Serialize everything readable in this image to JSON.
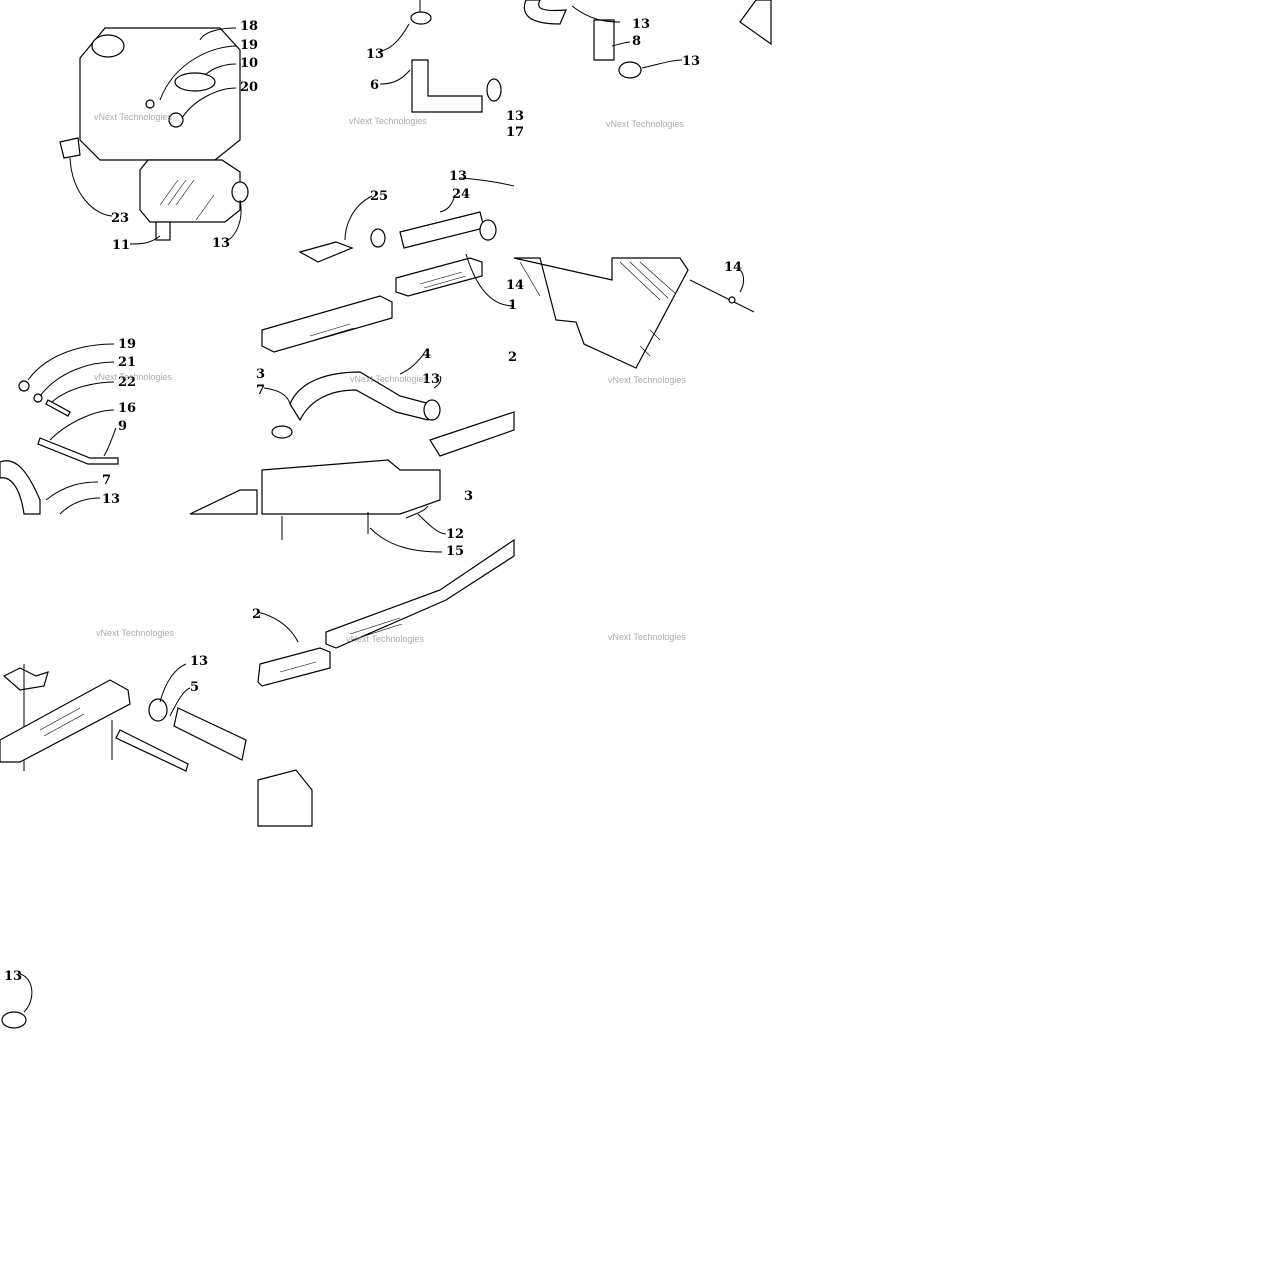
{
  "watermark": "vNext Technologies",
  "callouts": [
    "18",
    "19",
    "10",
    "20",
    "23",
    "11",
    "13",
    "6",
    "17",
    "25",
    "24",
    "8",
    "14",
    "1",
    "21",
    "22",
    "16",
    "9",
    "7",
    "4",
    "3",
    "2",
    "12",
    "15",
    "5"
  ]
}
